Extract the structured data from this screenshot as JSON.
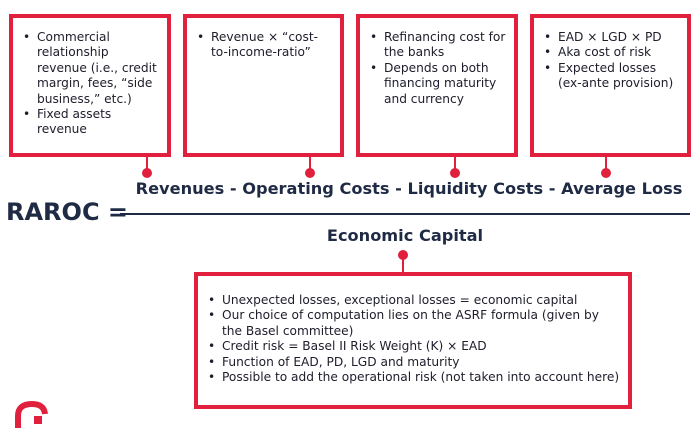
{
  "boxes": {
    "box1": {
      "items": [
        "Commercial relationship revenue (i.e., credit margin, fees, “side business,” etc.)",
        "Fixed assets revenue"
      ]
    },
    "box2": {
      "items": [
        "Revenue × “cost-to-income-ratio”"
      ]
    },
    "box3": {
      "items": [
        "Refinancing cost for the banks",
        "Depends on both financing maturity and currency"
      ]
    },
    "box4": {
      "items": [
        "EAD × LGD × PD",
        "Aka cost of risk",
        "Expected losses (ex-ante provision)"
      ]
    },
    "box5": {
      "items": [
        "Unexpected losses, exceptional losses = economic capital",
        "Our choice of computation lies on the ASRF formula (given by the Basel committee)",
        "Credit risk = Basel II Risk Weight (K) × EAD",
        "Function of EAD, PD, LGD and maturity",
        "Possible to add the operational risk (not taken into account here)"
      ]
    }
  },
  "formula": {
    "label": "RAROC =",
    "numerator": "Revenues - Operating Costs - Liquidity Costs - Average Loss",
    "denominator": "Economic Capital"
  },
  "colors": {
    "accent": "#e0203c",
    "text": "#1f2a44"
  },
  "icons": {
    "logo": "brand-logo-icon"
  }
}
